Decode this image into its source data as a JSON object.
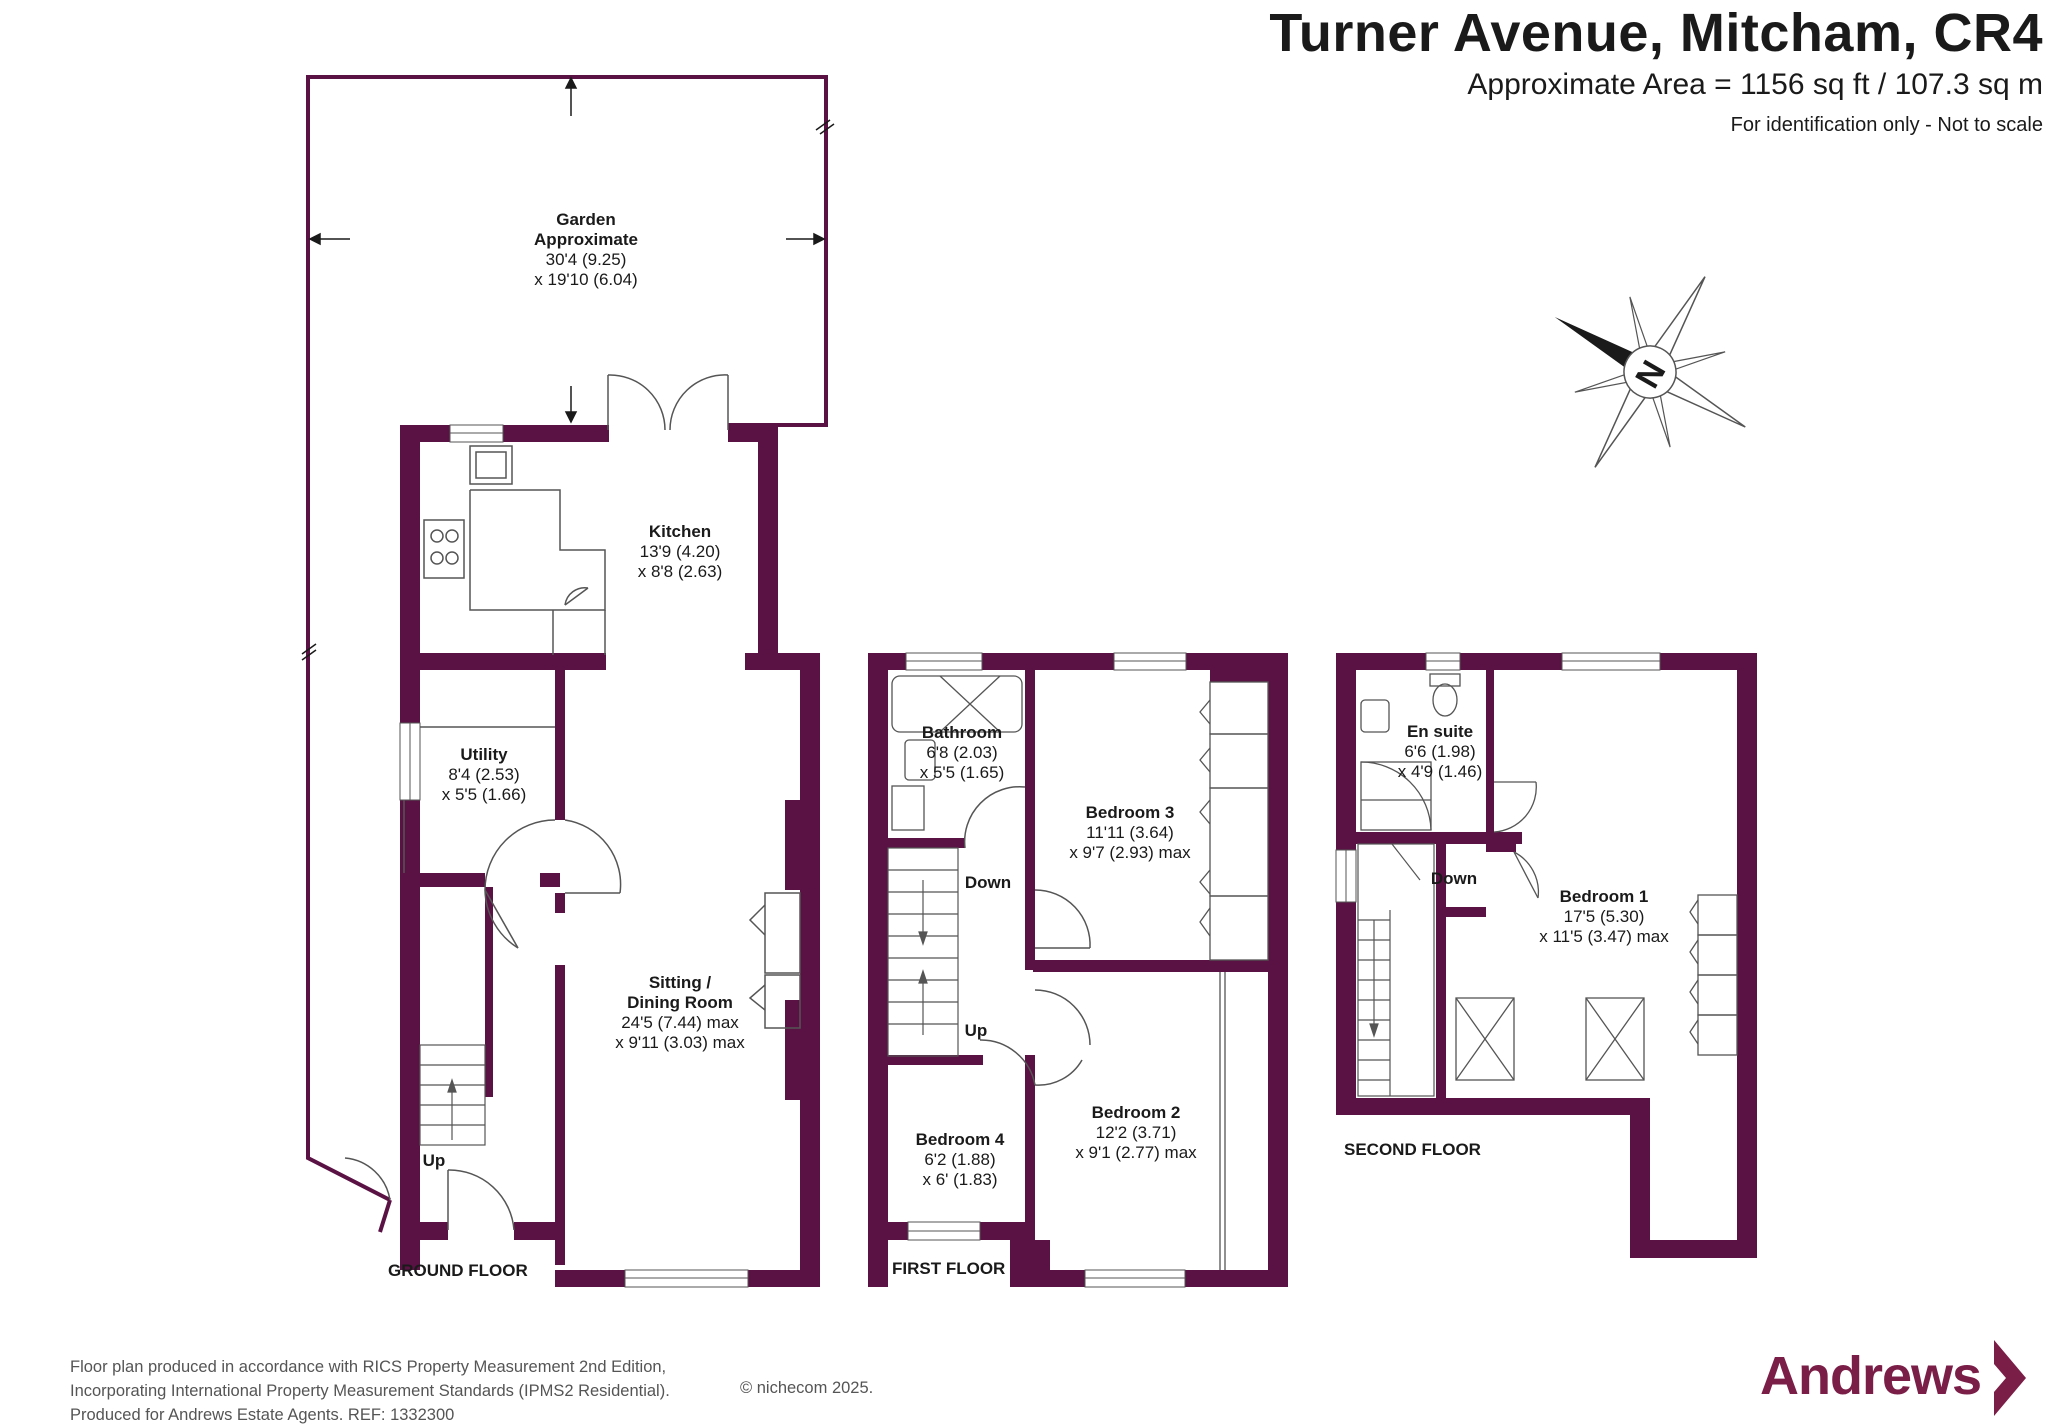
{
  "header": {
    "title": "Turner Avenue, Mitcham, CR4",
    "area": "Approximate Area = 1156 sq ft / 107.3 sq m",
    "note": "For identification only - Not to scale"
  },
  "colors": {
    "wall": "#5a1244",
    "brand": "#7a1d47"
  },
  "compass": {
    "label": "N"
  },
  "floors": {
    "ground": "GROUND FLOOR",
    "first": "FIRST FLOOR",
    "second": "SECOND FLOOR"
  },
  "rooms": {
    "garden": {
      "name": "Garden",
      "name2": "Approximate",
      "dim1": "30'4 (9.25)",
      "dim2": "x 19'10 (6.04)"
    },
    "kitchen": {
      "name": "Kitchen",
      "dim1": "13'9 (4.20)",
      "dim2": "x 8'8 (2.63)"
    },
    "utility": {
      "name": "Utility",
      "dim1": "8'4 (2.53)",
      "dim2": "x 5'5 (1.66)"
    },
    "sitting": {
      "name": "Sitting /",
      "name2": "Dining Room",
      "dim1": "24'5 (7.44) max",
      "dim2": "x 9'11 (3.03) max"
    },
    "bathroom": {
      "name": "Bathroom",
      "dim1": "6'8 (2.03)",
      "dim2": "x 5'5 (1.65)"
    },
    "bedroom3": {
      "name": "Bedroom 3",
      "dim1": "11'11 (3.64)",
      "dim2": "x 9'7 (2.93) max"
    },
    "bedroom4": {
      "name": "Bedroom 4",
      "dim1": "6'2 (1.88)",
      "dim2": "x 6' (1.83)"
    },
    "bedroom2": {
      "name": "Bedroom 2",
      "dim1": "12'2 (3.71)",
      "dim2": "x 9'1 (2.77) max"
    },
    "ensuite": {
      "name": "En suite",
      "dim1": "6'6 (1.98)",
      "dim2": "x 4'9 (1.46)"
    },
    "bedroom1": {
      "name": "Bedroom 1",
      "dim1": "17'5 (5.30)",
      "dim2": "x 11'5 (3.47) max"
    }
  },
  "stairs": {
    "up": "Up",
    "down": "Down"
  },
  "footer": {
    "line1": "Floor plan produced in accordance with RICS Property Measurement 2nd Edition,",
    "line2": "Incorporating International Property Measurement Standards (IPMS2 Residential).",
    "line3": "Produced for Andrews Estate Agents.   REF: 1332300",
    "copyright": "© nichecom 2025."
  },
  "brand": {
    "name": "Andrews"
  }
}
